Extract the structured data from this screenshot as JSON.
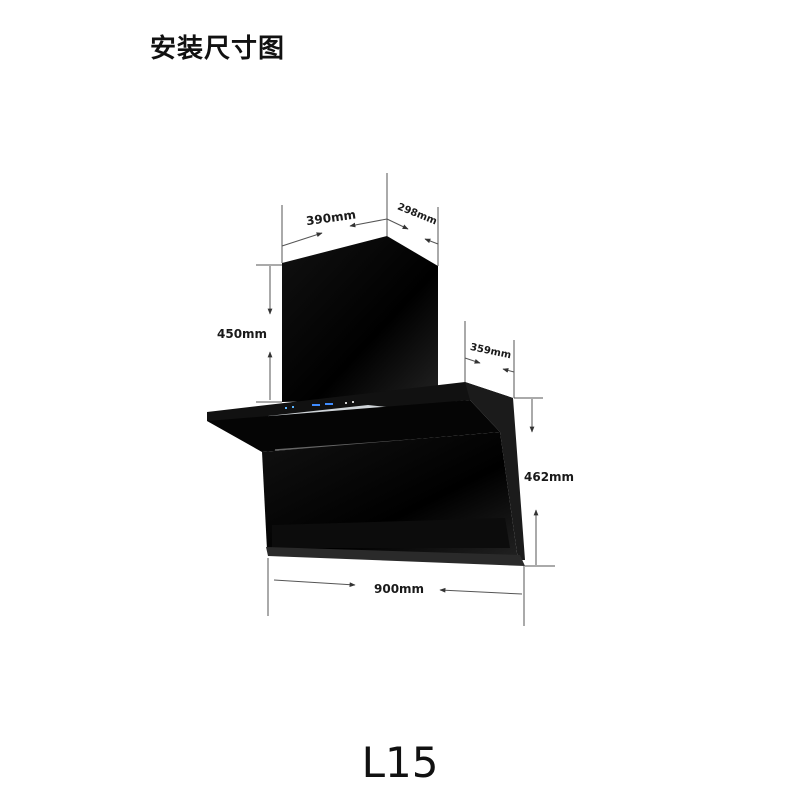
{
  "title": "安装尺寸图",
  "model": "L15",
  "dimensions": {
    "chimney_width": "390mm",
    "chimney_depth": "298mm",
    "chimney_height": "450mm",
    "hood_depth": "359mm",
    "hood_height": "462mm",
    "hood_width": "900mm"
  }
}
